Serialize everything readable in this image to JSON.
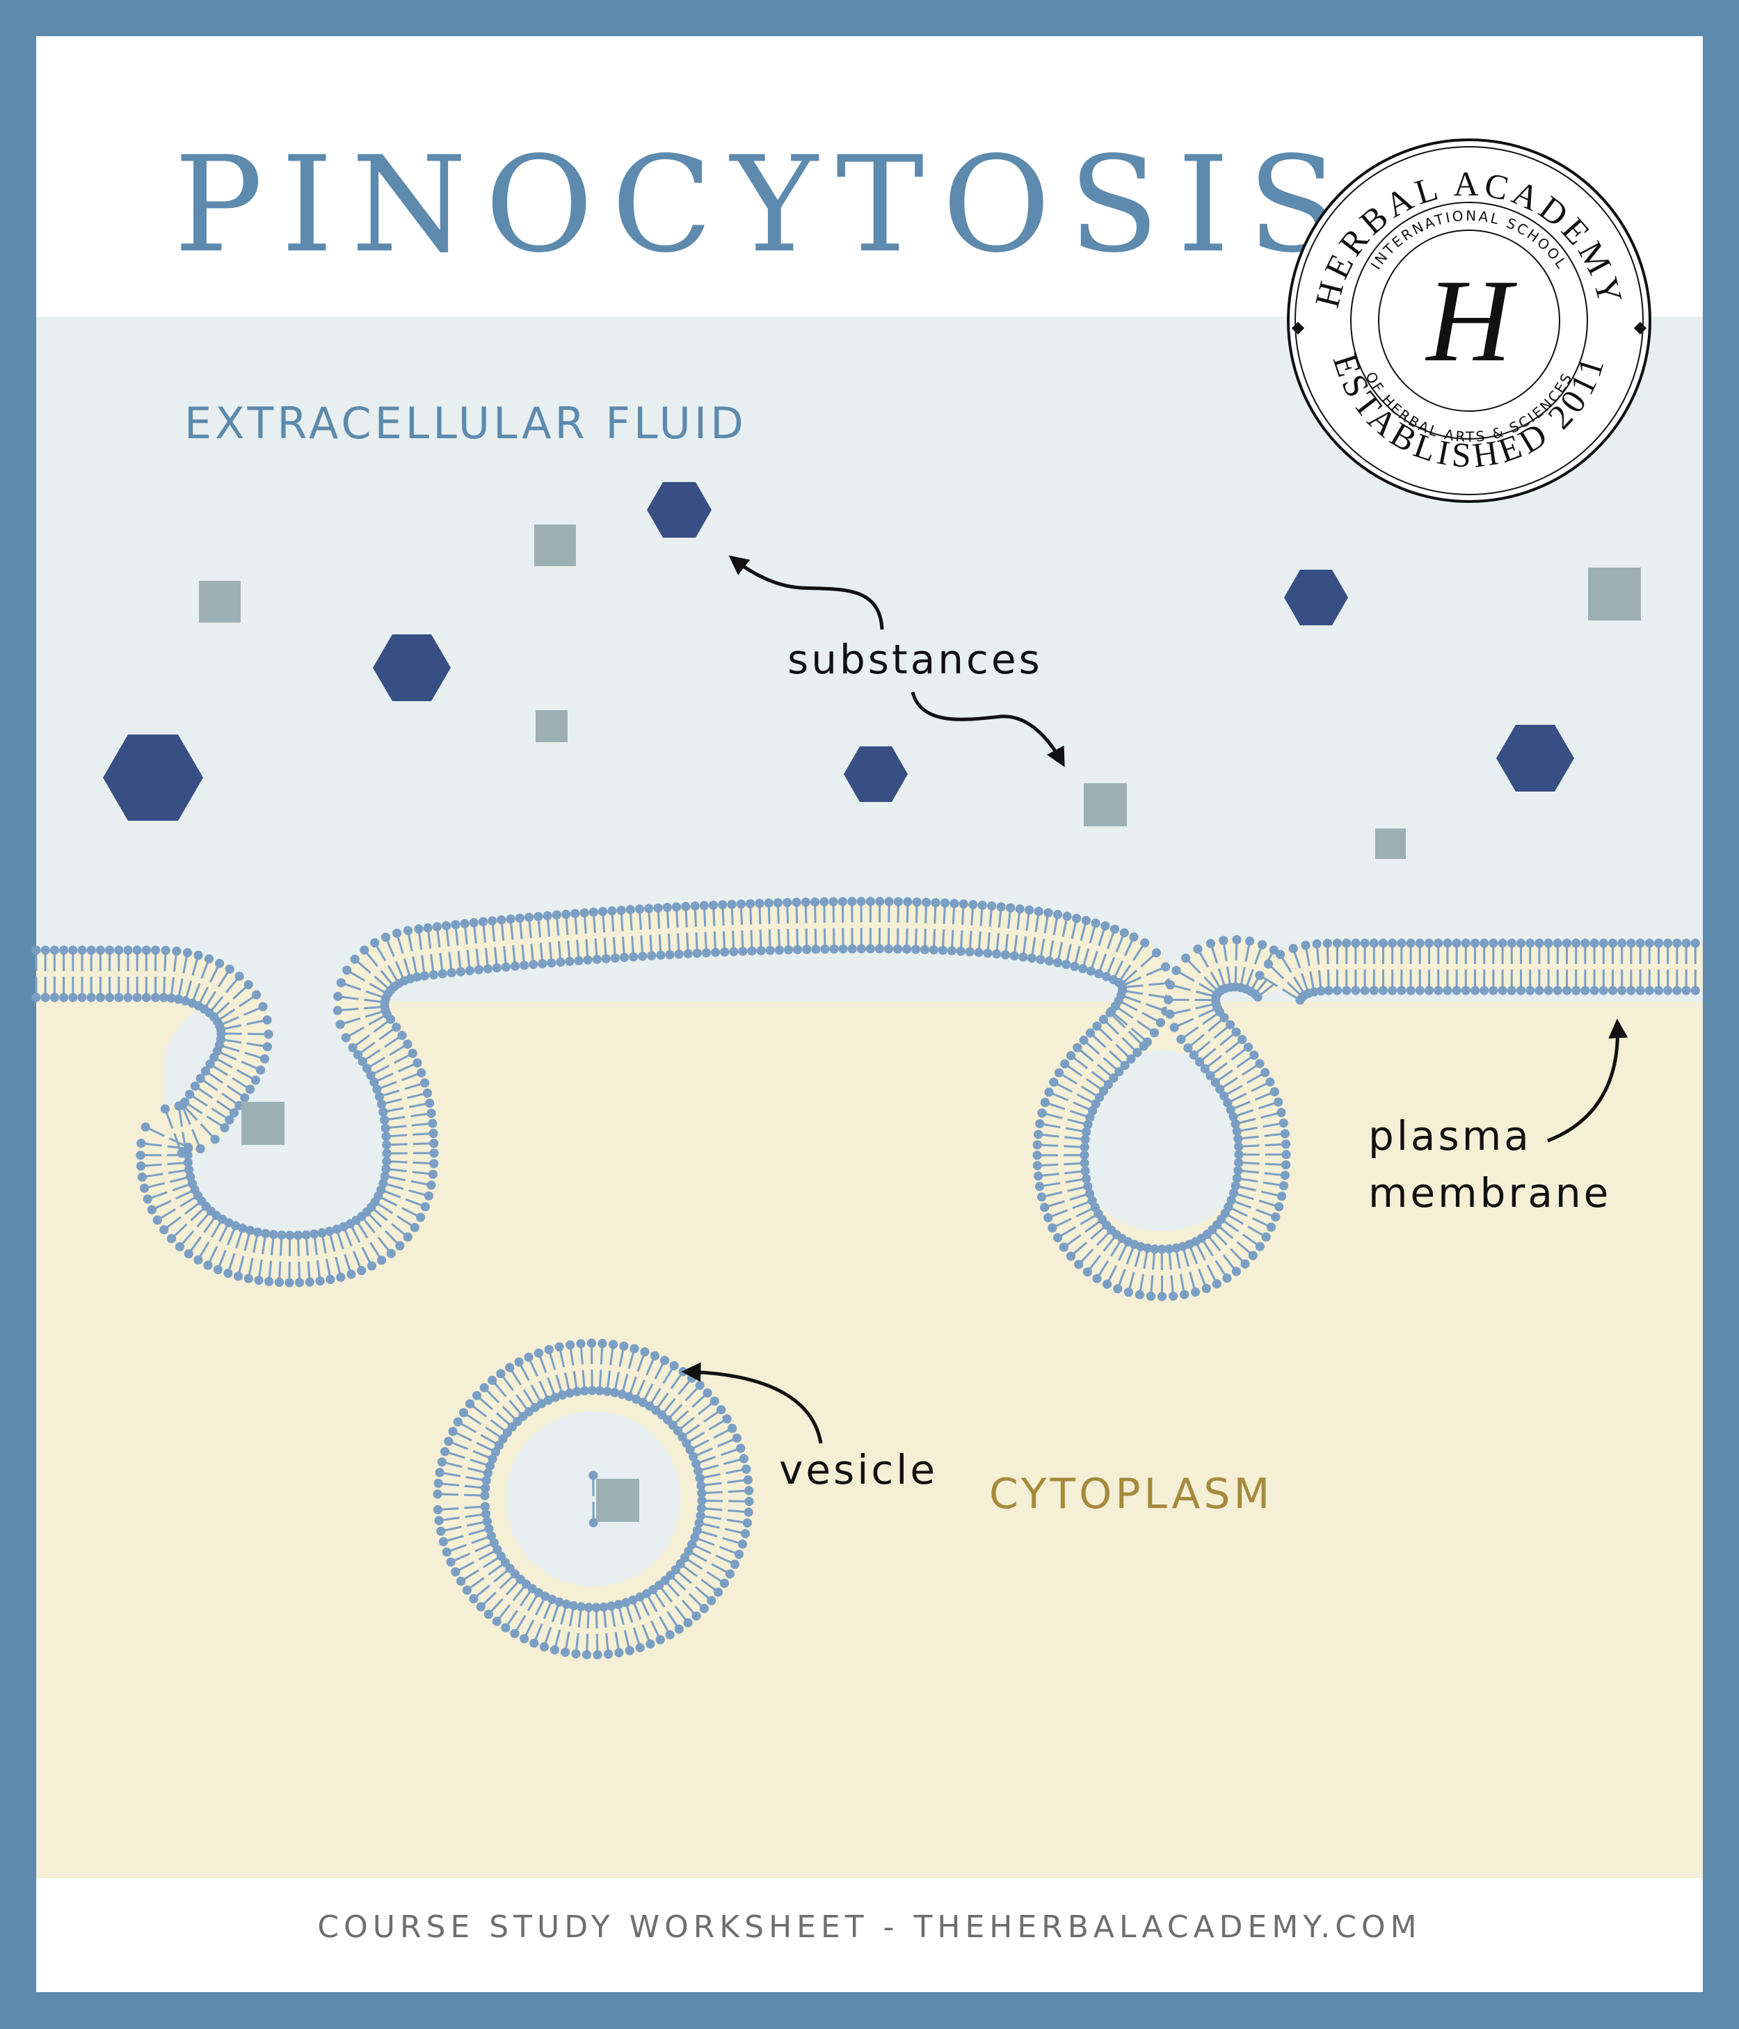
{
  "title": "PINOCYTOSIS",
  "labels": {
    "extracellular": "EXTRACELLULAR FLUID",
    "substances": "substances",
    "plasma_line1": "plasma",
    "plasma_line2": "membrane",
    "vesicle": "vesicle",
    "cytoplasm": "CYTOPLASM"
  },
  "seal": {
    "outer_top": "HERBAL ACADEMY",
    "outer_bottom": "ESTABLISHED 2011",
    "inner_top": "INTERNATIONAL SCHOOL",
    "inner_bottom": "OF HERBAL ARTS & SCIENCES",
    "monogram": "H"
  },
  "footer": "COURSE STUDY WORKSHEET - THEHERBALACADEMY.COM",
  "colors": {
    "frame": "#5d8aad",
    "extracellular": "#e8eff0",
    "cytoplasm": "#f5efd5",
    "membrane_head": "#7b9fc4",
    "membrane_core": "#f5efd5",
    "hexagon": "#384f84",
    "square": "#9cb0b4",
    "title": "#5d8aad",
    "cytoplasm_label": "#a58a3c"
  }
}
